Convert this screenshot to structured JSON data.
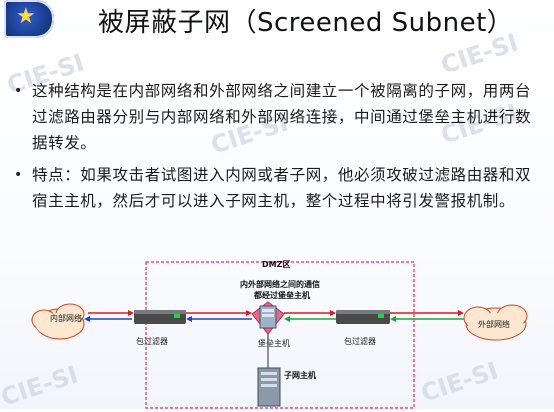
{
  "slide": {
    "title": "被屏蔽子网（Screened Subnet）",
    "watermark": "CIE-SI",
    "bullets": [
      "这种结构是在内部网络和外部网络之间建立一个被隔离的子网，用两台过滤路由器分别与内部网络和外部网络连接，中间通过堡垒主机进行数据转发。",
      "特点：如果攻击者试图进入内网或者子网，他必须攻破过滤路由器和双宿主主机，然后才可以进入子网主机，整个过程中将引发警报机制。"
    ]
  },
  "diagram": {
    "dmz_label": "DMZ区",
    "inner_network": "内部网络",
    "outer_network": "外部网络",
    "filter_left": "包过滤器",
    "filter_right": "包过滤器",
    "bastion_label": "堡垒主机",
    "subnet_host": "子网主机",
    "note_line1": "内外部网络之间的通信",
    "note_line2": "都经过堡垒主机"
  },
  "colors": {
    "dmz_border": "#e0305a",
    "arrow_red": "#d81c1c",
    "arrow_blue": "#2241c8",
    "arrow_green": "#22a23a",
    "logo_blue": "#1a3d8c"
  }
}
